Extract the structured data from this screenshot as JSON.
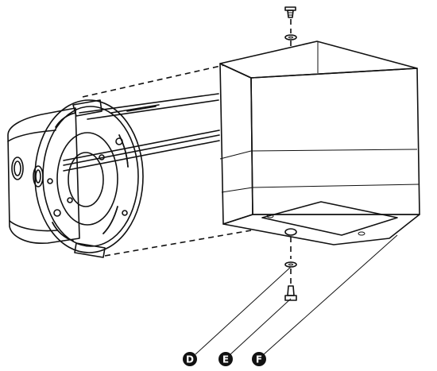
{
  "callouts": [
    {
      "id": "D",
      "label": "D"
    },
    {
      "id": "E",
      "label": "E"
    },
    {
      "id": "F",
      "label": "F"
    }
  ],
  "colors": {
    "line": "#111111",
    "box_front": "#ffffff",
    "box_side": "#f2f2f2",
    "bracket_fill": "#ffffff",
    "callout_fill": "#111111"
  }
}
